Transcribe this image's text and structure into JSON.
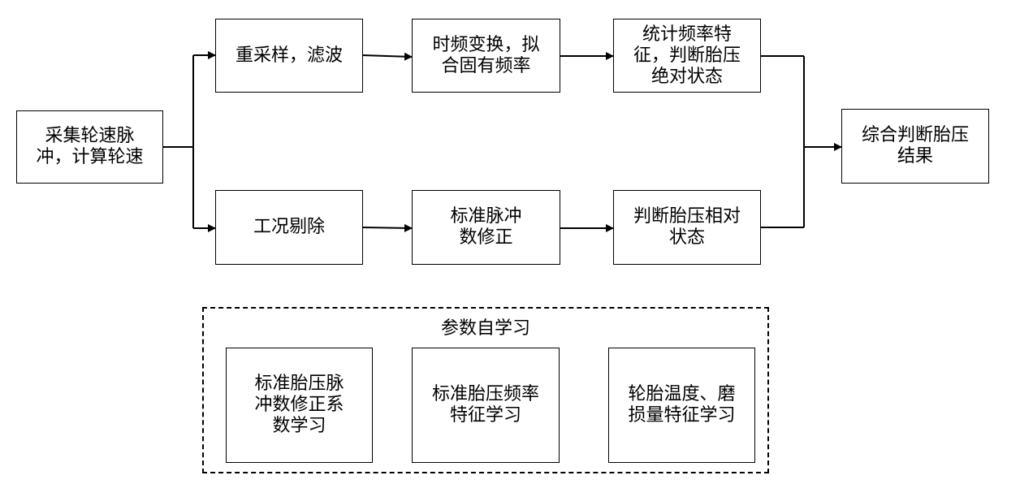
{
  "nodes": {
    "collect": "采集轮速脉\n冲，计算轮速",
    "resample": "重采样，滤波",
    "tf_transform": "时频变换，拟\n合固有频率",
    "stat_freq": "统计频率特\n征，判断胎压\n绝对状态",
    "condition_remove": "工况剔除",
    "std_pulse": "标准脉冲\n数修正",
    "relative_state": "判断胎压相对\n状态",
    "final_result": "综合判断胎压\n结果"
  },
  "learning": {
    "title": "参数自学习",
    "items": [
      "标准胎压脉\n冲数修正系\n数学习",
      "标准胎压频率\n特征学习",
      "轮胎温度、磨\n损量特征学习"
    ]
  },
  "colors": {
    "stroke": "#000000",
    "background": "#ffffff"
  }
}
